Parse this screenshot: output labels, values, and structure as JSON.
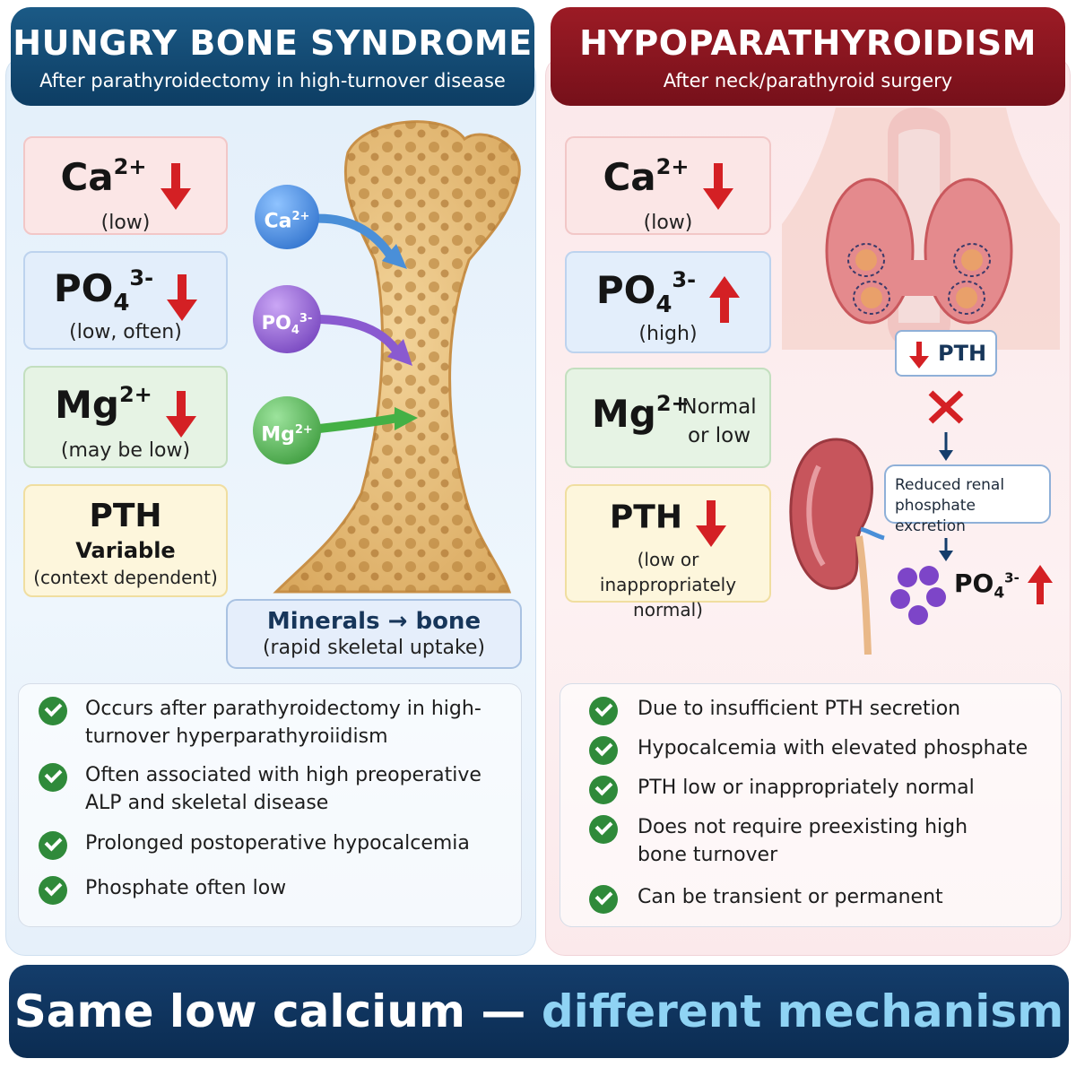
{
  "left": {
    "title": "HUNGRY BONE SYNDROME",
    "subtitle": "After parathyroidectomy in high-turnover disease",
    "labs": [
      {
        "ion": "Ca",
        "sup": "2+",
        "note": "(low)",
        "direction": "down"
      },
      {
        "ion": "PO",
        "sub": "4",
        "sup": "3-",
        "note": "(low, often)",
        "direction": "down"
      },
      {
        "ion": "Mg",
        "sup": "2+",
        "note": "(may be low)",
        "direction": "down"
      },
      {
        "ion": "PTH",
        "note_bold": "Variable",
        "note": "(context dependent)",
        "direction": "none"
      }
    ],
    "bubbles": [
      {
        "ion": "Ca",
        "sup": "2+",
        "color": "#2f7fd6"
      },
      {
        "ion": "PO",
        "sub": "4",
        "sup": "3-",
        "color": "#7d45c8"
      },
      {
        "ion": "Mg",
        "sup": "2+",
        "color": "#3aa63a"
      }
    ],
    "minerals_line1": "Minerals → bone",
    "minerals_line2": "(rapid skeletal uptake)",
    "points": [
      "Occurs after parathyroidectomy in high-turnover hyperparathyroiidism",
      "Often associated with high preoperative ALP and skeletal disease",
      "Prolonged postoperative hypocalcemia",
      "Phosphate often low"
    ]
  },
  "right": {
    "title": "HYPOPARATHYROIDISM",
    "subtitle": "After neck/parathyroid surgery",
    "labs": [
      {
        "ion": "Ca",
        "sup": "2+",
        "note": "(low)",
        "direction": "down"
      },
      {
        "ion": "PO",
        "sub": "4",
        "sup": "3-",
        "note": "(high)",
        "direction": "up"
      },
      {
        "ion": "Mg",
        "sup": "2+",
        "note_side": "Normal or low",
        "direction": "none"
      },
      {
        "ion": "PTH",
        "note": "(low or inappropriately normal)",
        "direction": "down"
      }
    ],
    "pth_label": "PTH",
    "renal_label": "Reduced renal phosphate excretion",
    "phosphate_ion": "PO",
    "phosphate_sub": "4",
    "phosphate_sup": "3-",
    "points": [
      "Due to insufficient PTH secretion",
      "Hypocalcemia with elevated phosphate",
      "PTH low or inappropriately normal",
      "Does not require preexisting high bone turnover",
      "Can be transient or permanent"
    ]
  },
  "banner": {
    "part1": "Same low calcium — ",
    "part2": "different mechanism"
  },
  "colors": {
    "left_accent": "#0d3d63",
    "right_accent": "#8a1520",
    "arrow_red": "#d42024",
    "check_green": "#2f8a3a",
    "banner_highlight": "#8fd3f4"
  }
}
